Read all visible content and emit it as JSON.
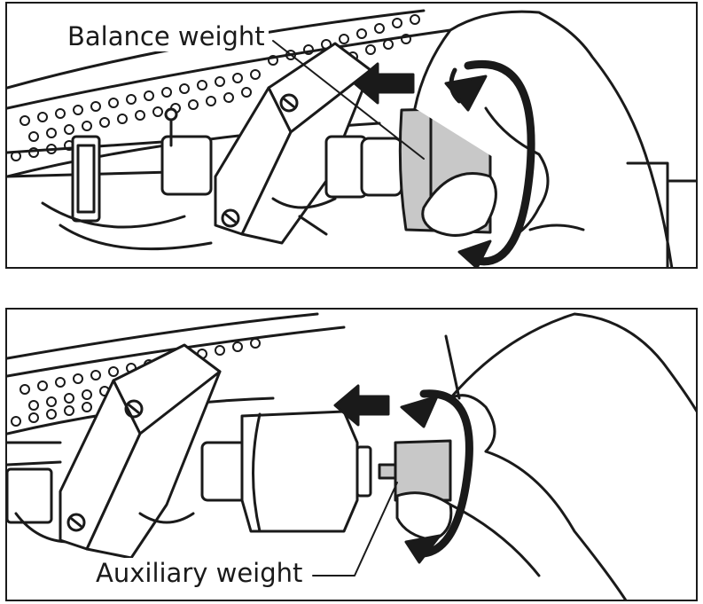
{
  "figure": {
    "top_panel": {
      "label": "Balance weight",
      "weight_fill": "#c8c8c8"
    },
    "bottom_panel": {
      "label": "Auxiliary weight",
      "weight_fill": "#c8c8c8"
    },
    "colors": {
      "line": "#1a1a1a",
      "background": "#ffffff",
      "weight": "#c8c8c8"
    },
    "icons": [
      "left-arrow-icon",
      "rotation-arrow-icon",
      "hand-illustration",
      "tonearm-illustration"
    ]
  }
}
